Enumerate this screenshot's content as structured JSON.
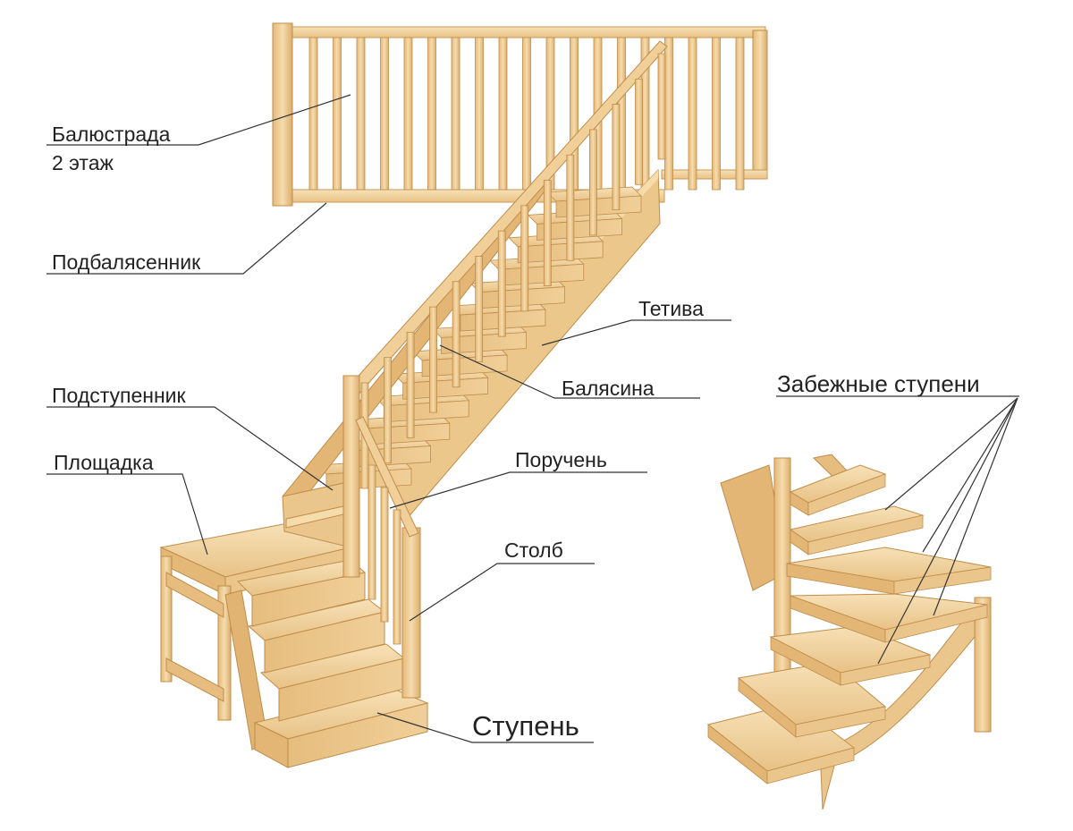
{
  "labels": {
    "balustrade_line1": "Балюстрада",
    "balustrade_line2": "2 этаж",
    "subbaluster": "Подбалясенник",
    "stringer": "Тетива",
    "baluster": "Балясина",
    "riser": "Подступенник",
    "handrail": "Поручень",
    "landing": "Площадка",
    "post": "Столб",
    "step": "Ступень",
    "winder_steps": "Забежные ступени"
  },
  "colors": {
    "wood_light": "#f3d8a6",
    "wood_mid": "#e9c489",
    "wood_dark": "#d6a862",
    "wood_edge": "#c08d4a",
    "leader_line": "#333333"
  }
}
